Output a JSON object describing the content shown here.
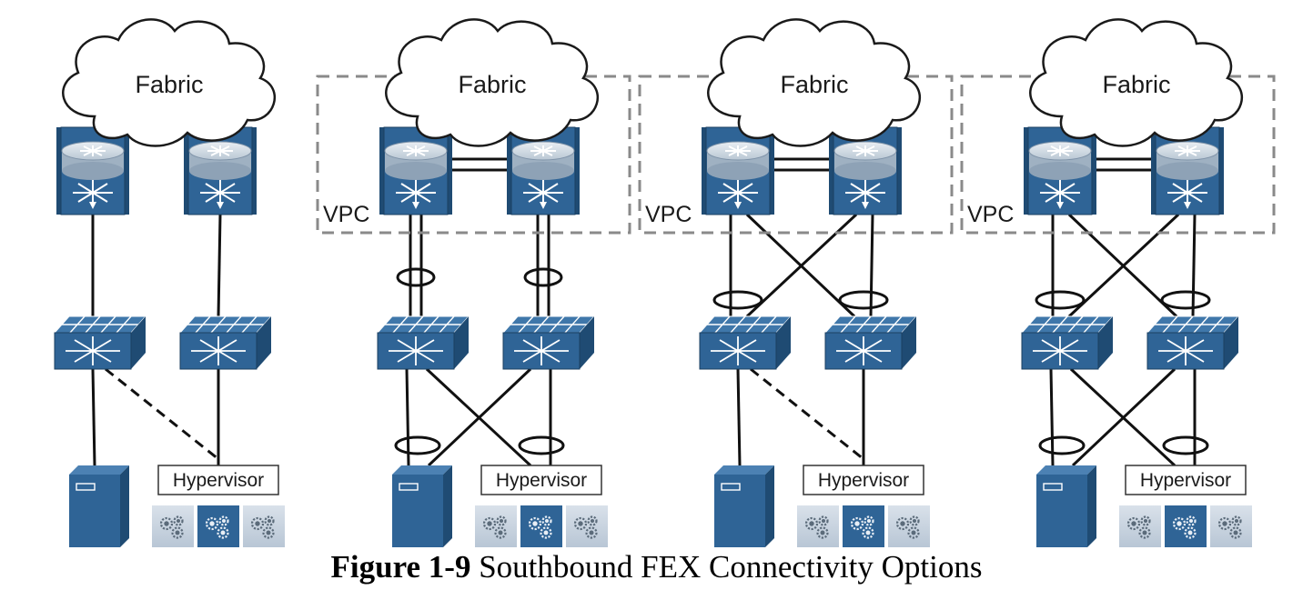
{
  "colors": {
    "device_blue": "#2f6496",
    "device_dark": "#1f4b73",
    "line": "#111111",
    "vpc_box": "#8a8a8a"
  },
  "panels": [
    {
      "fabric_label": "Fabric",
      "vpc_label": null,
      "hypervisor_label": "Hypervisor"
    },
    {
      "fabric_label": "Fabric",
      "vpc_label": "VPC",
      "hypervisor_label": "Hypervisor"
    },
    {
      "fabric_label": "Fabric",
      "vpc_label": "VPC",
      "hypervisor_label": "Hypervisor"
    },
    {
      "fabric_label": "Fabric",
      "vpc_label": "VPC",
      "hypervisor_label": "Hypervisor"
    }
  ],
  "caption": {
    "number": "Figure 1-9",
    "text": " Southbound FEX Connectivity Options"
  },
  "icons": [
    "cloud-icon",
    "router-switch-icon",
    "fex-switch-icon",
    "server-icon",
    "vm-gear-icon"
  ]
}
